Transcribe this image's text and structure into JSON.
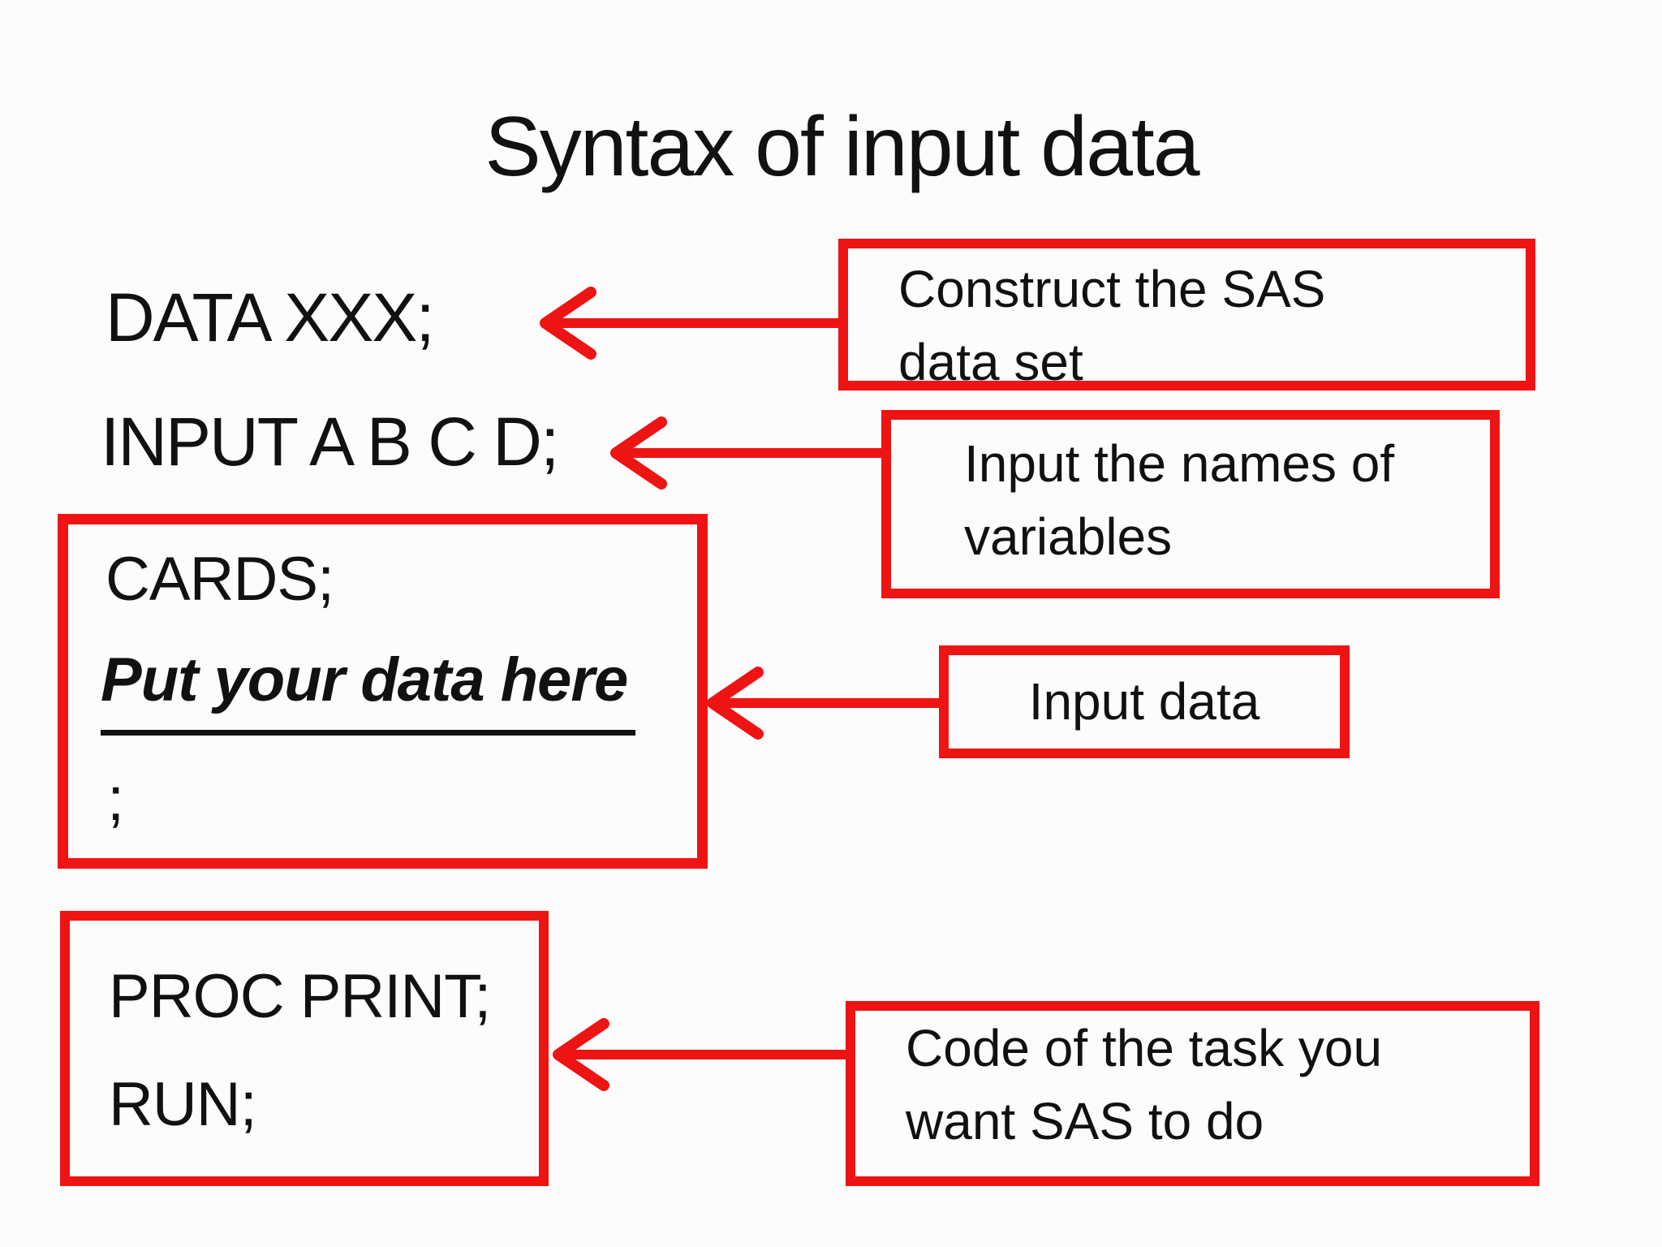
{
  "slide": {
    "title": "Syntax of input data",
    "code": {
      "data_statement": "DATA XXX;",
      "input_statement": "INPUT A B C D;",
      "cards_statement": "CARDS;",
      "cards_placeholder": "Put your data here",
      "cards_terminator": ";",
      "proc_statement": "PROC PRINT;",
      "run_statement": "RUN;"
    },
    "callouts": {
      "construct": "Construct the SAS data set",
      "variables": "Input the names of variables",
      "input_data": "Input data",
      "task": "Code of the task you want SAS to do"
    },
    "colors": {
      "accent_red": "#ee1414",
      "text": "#111111",
      "background": "#fdfcfc"
    }
  }
}
